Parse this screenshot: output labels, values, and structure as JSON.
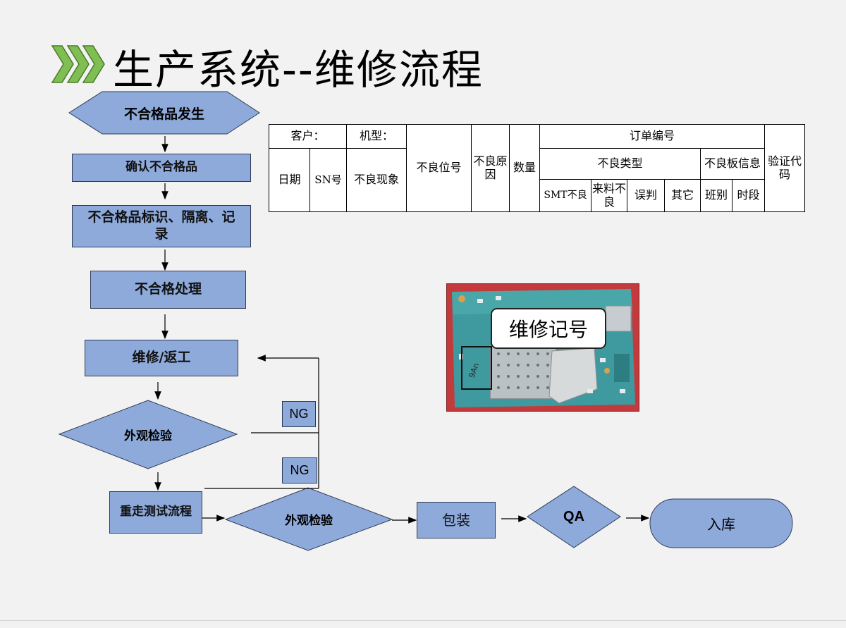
{
  "title": "生产系统--维修流程",
  "flow": {
    "start": "不合格品发生",
    "confirm": "确认不合格品",
    "mark": "不合格品标识、隔离、记录",
    "process": "不合格处理",
    "repair": "维修/返工",
    "inspect1": "外观检验",
    "retest": "重走测试流程",
    "inspect2": "外观检验",
    "pack": "包装",
    "qa": "QA",
    "store": "入库",
    "ng1": "NG",
    "ng2": "NG"
  },
  "table": {
    "customer": "客户：",
    "model": "机型：",
    "defect_pos": "不良位号",
    "defect_cause": "不良原因",
    "quantity": "数量",
    "order_no": "订单编号",
    "verify_code": "验证代码",
    "date": "日期",
    "sn": "SN号",
    "defect_phenomenon": "不良现象",
    "defect_type": "不良类型",
    "board_info": "不良板信息",
    "smt": "SMT不良",
    "incoming": "来料不良",
    "misjudge": "误判",
    "other": "其它",
    "shift": "班别",
    "period": "时段"
  },
  "photo": {
    "callout": "维修记号"
  },
  "colors": {
    "shape_fill": "#8eaadb",
    "chevron": "#6aa040",
    "background": "#f2f2f2"
  }
}
